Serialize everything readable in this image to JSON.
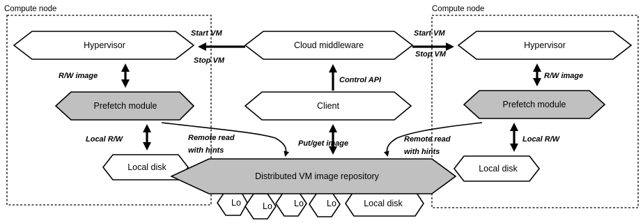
{
  "compute_nodes": {
    "left_caption": "Compute node",
    "right_caption": "Compute node"
  },
  "nodes": {
    "hypervisor_left": "Hypervisor",
    "cloud_middleware": "Cloud middleware",
    "hypervisor_right": "Hypervisor",
    "prefetch_left": "Prefetch module",
    "client": "Client",
    "prefetch_right": "Prefetch module",
    "local_disk_left": "Local disk",
    "local_disk_right": "Local disk",
    "repository": "Distributed VM image repository",
    "stack_disk_1": "Lo",
    "stack_disk_2": "Lo",
    "stack_disk_3": "Lo",
    "stack_disk_4": "Lo",
    "stack_disk_front": "Local disk"
  },
  "edges": {
    "start_vm_left": "Start VM",
    "stop_vm_left": "Stop VM",
    "start_vm_right": "Start VM",
    "stop_vm_right": "Stop VM",
    "rw_image_left": "R/W image",
    "rw_image_right": "R/W image",
    "control_api": "Control API",
    "local_rw_left": "Local R/W",
    "local_rw_right": "Local R/W",
    "put_get_image": "Put/get image",
    "remote_read_left_1": "Remote read",
    "remote_read_left_2": "with hints",
    "remote_read_right_1": "Remote read",
    "remote_read_right_2": "with hints"
  }
}
